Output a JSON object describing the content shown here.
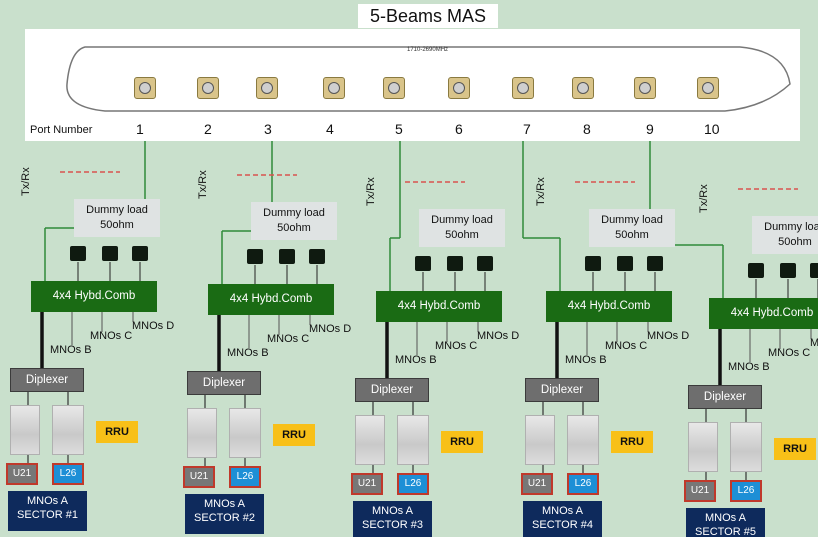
{
  "title": "5-Beams MAS",
  "antenna": {
    "model_label": "1710-2690MHz",
    "port_number_label": "Port Number",
    "ports": [
      "1",
      "2",
      "3",
      "4",
      "5",
      "6",
      "7",
      "8",
      "9",
      "10"
    ]
  },
  "labels": {
    "txrx": "Tx/Rx",
    "dummy_line1": "Dummy load",
    "dummy_line2": "50ohm",
    "combiner": "4x4 Hybd.Comb",
    "mnos_b": "MNOs B",
    "mnos_c": "MNOs C",
    "mnos_d": "MNOs D",
    "diplexer": "Diplexer",
    "rru": "RRU",
    "u21": "U21",
    "l26": "L26",
    "mnos_a": "MNOs A"
  },
  "sectors": [
    {
      "sector_label": "SECTOR #1"
    },
    {
      "sector_label": "SECTOR #2"
    },
    {
      "sector_label": "SECTOR #3"
    },
    {
      "sector_label": "SECTOR #4"
    },
    {
      "sector_label": "SECTOR #5"
    }
  ],
  "colors": {
    "background": "#c9e0cc",
    "combiner": "#1a6b14",
    "feed_line": "#2f8a3a",
    "dashed_line": "#d9534f",
    "rru": "#f8c018",
    "sector_box": "#0e2a5c",
    "l26": "#1d8fd6",
    "u21": "#777777"
  }
}
